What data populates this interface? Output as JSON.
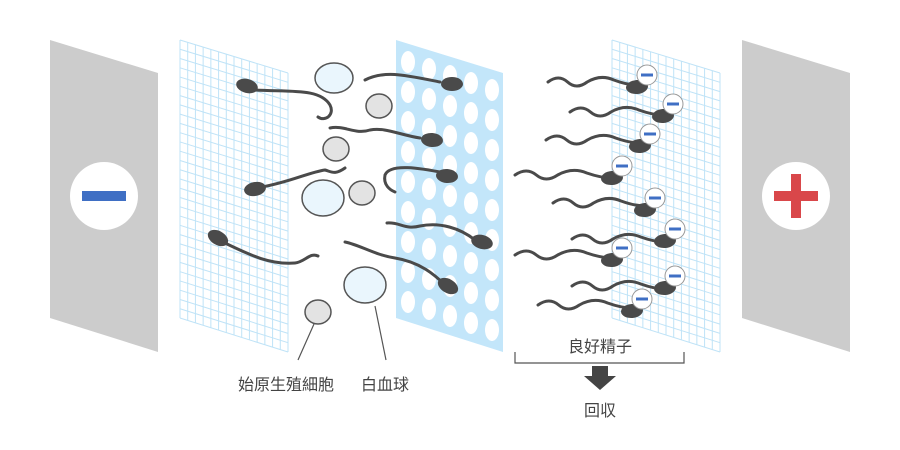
{
  "labels": {
    "primordial_germ_cell": "始原生殖細胞",
    "white_blood_cell": "白血球",
    "good_sperm": "良好精子",
    "collect": "回収"
  },
  "electrodes": {
    "negative": "minus-icon",
    "positive": "plus-icon"
  },
  "colors": {
    "panel_gray": "#cccccc",
    "grid_blue": "#bfe3f7",
    "perforated_blue": "#c3e6fa",
    "sperm": "#4a4a4a",
    "minus_blue": "#3f6fc4",
    "plus_red": "#d9474a",
    "wbc_fill": "#eaf6fd",
    "pgc_fill": "#e3e3e3"
  }
}
